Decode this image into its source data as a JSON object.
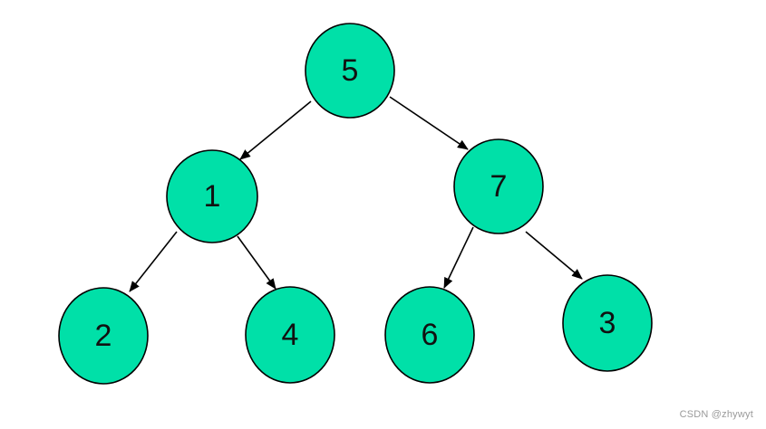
{
  "colors": {
    "node_fill": "#00e0a8",
    "node_stroke": "#000000",
    "edge": "#000000",
    "watermark": "#9a9a9a"
  },
  "tree": {
    "nodes": [
      {
        "id": "n5",
        "label": "5"
      },
      {
        "id": "n1",
        "label": "1"
      },
      {
        "id": "n7",
        "label": "7"
      },
      {
        "id": "n2",
        "label": "2"
      },
      {
        "id": "n4",
        "label": "4"
      },
      {
        "id": "n6",
        "label": "6"
      },
      {
        "id": "n3",
        "label": "3"
      }
    ],
    "edges": [
      {
        "from": "n5",
        "to": "n1"
      },
      {
        "from": "n5",
        "to": "n7"
      },
      {
        "from": "n1",
        "to": "n2"
      },
      {
        "from": "n1",
        "to": "n4"
      },
      {
        "from": "n7",
        "to": "n6"
      },
      {
        "from": "n7",
        "to": "n3"
      }
    ]
  },
  "watermark": {
    "text": "CSDN @zhywyt"
  }
}
